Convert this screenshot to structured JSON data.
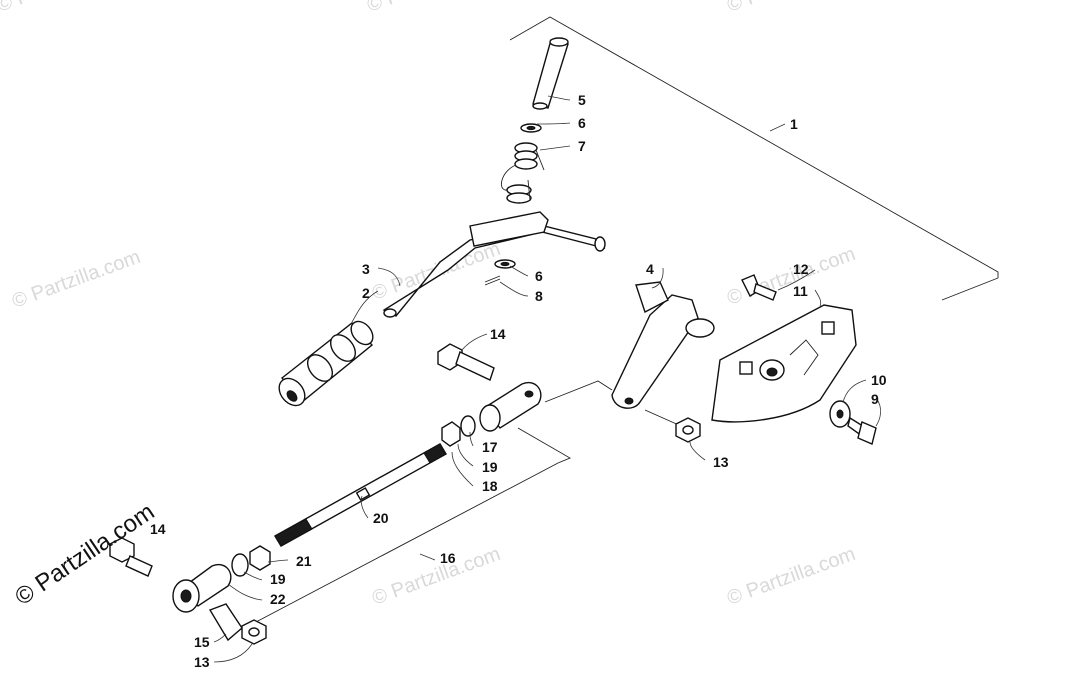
{
  "brand": "© Partzilla.com",
  "watermark": "© Partzilla.com",
  "callouts": [
    {
      "id": "c1",
      "text": "1"
    },
    {
      "id": "c2",
      "text": "2"
    },
    {
      "id": "c3",
      "text": "3"
    },
    {
      "id": "c4",
      "text": "4"
    },
    {
      "id": "c5",
      "text": "5"
    },
    {
      "id": "c6a",
      "text": "6"
    },
    {
      "id": "c6b",
      "text": "6"
    },
    {
      "id": "c7",
      "text": "7"
    },
    {
      "id": "c8",
      "text": "8"
    },
    {
      "id": "c9",
      "text": "9"
    },
    {
      "id": "c10",
      "text": "10"
    },
    {
      "id": "c11",
      "text": "11"
    },
    {
      "id": "c12",
      "text": "12"
    },
    {
      "id": "c13a",
      "text": "13"
    },
    {
      "id": "c13b",
      "text": "13"
    },
    {
      "id": "c14a",
      "text": "14"
    },
    {
      "id": "c14b",
      "text": "14"
    },
    {
      "id": "c15",
      "text": "15"
    },
    {
      "id": "c16",
      "text": "16"
    },
    {
      "id": "c17",
      "text": "17"
    },
    {
      "id": "c18",
      "text": "18"
    },
    {
      "id": "c19a",
      "text": "19"
    },
    {
      "id": "c19b",
      "text": "19"
    },
    {
      "id": "c20",
      "text": "20"
    },
    {
      "id": "c21",
      "text": "21"
    },
    {
      "id": "c22",
      "text": "22"
    }
  ]
}
